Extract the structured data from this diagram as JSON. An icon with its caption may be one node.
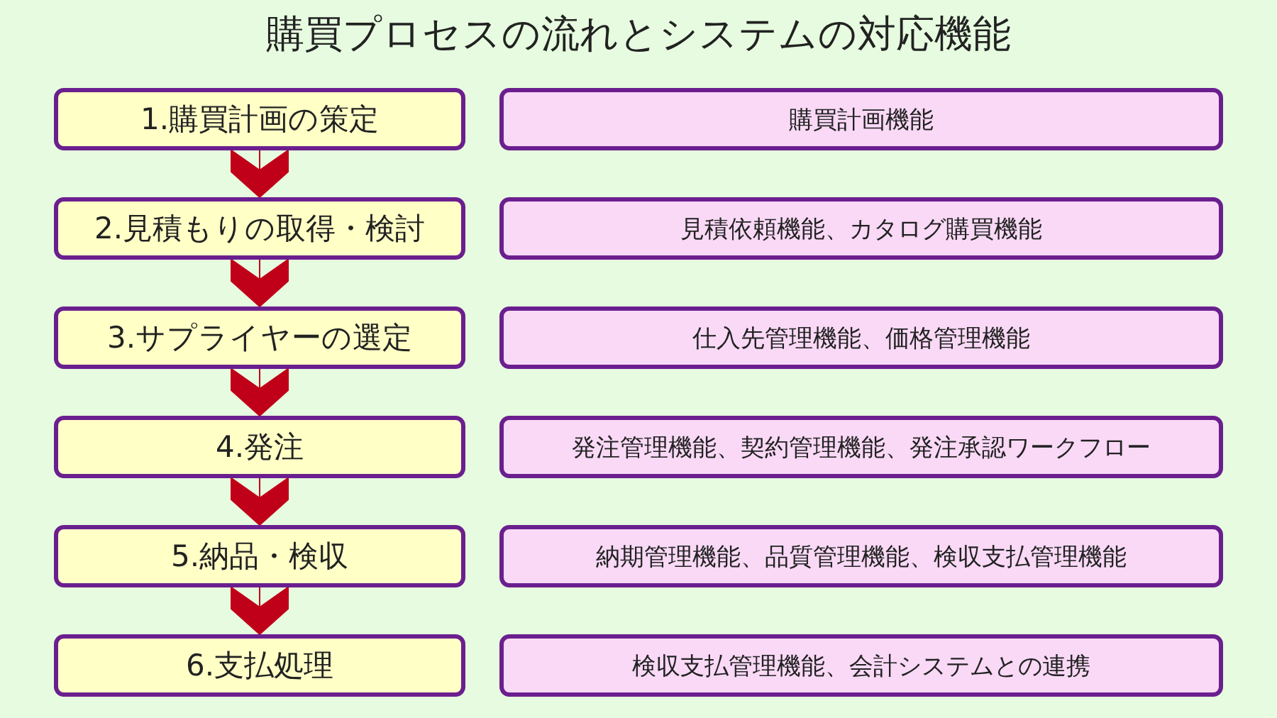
{
  "diagram": {
    "title": "購買プロセスの流れとシステムの対応機能",
    "nodes": [
      {
        "text": [
          "1.購買計画の策定"
        ]
      },
      {
        "text": [
          "購買計画機能"
        ]
      },
      {
        "text": [
          "2.見積もりの取得・検討"
        ]
      },
      {
        "text": [
          "見積依頼機能、カタログ購買機能"
        ]
      },
      {
        "text": [
          "3.サプライヤーの選定"
        ]
      },
      {
        "text": [
          "仕入先管理機能、価格管理機能"
        ]
      },
      {
        "text": [
          "4.発注"
        ]
      },
      {
        "text": [
          "発注管理機能、契約管理機能、発注承認ワークフロー"
        ]
      },
      {
        "text": [
          "5.納品・検収"
        ]
      },
      {
        "text": [
          "納期管理機能、品質管理機能、検収支払管理機能"
        ]
      },
      {
        "text": [
          "6.支払処理"
        ]
      },
      {
        "text": [
          "検収支払管理機能、会計システムとの連携"
        ]
      }
    ],
    "edges": [
      {
        "from": 0,
        "to": 2,
        "arrow": "to"
      },
      {
        "from": 2,
        "to": 4,
        "arrow": "to"
      },
      {
        "from": 4,
        "to": 6,
        "arrow": "to"
      },
      {
        "from": 6,
        "to": 8,
        "arrow": "to"
      },
      {
        "from": 8,
        "to": 10,
        "arrow": "to"
      }
    ]
  }
}
